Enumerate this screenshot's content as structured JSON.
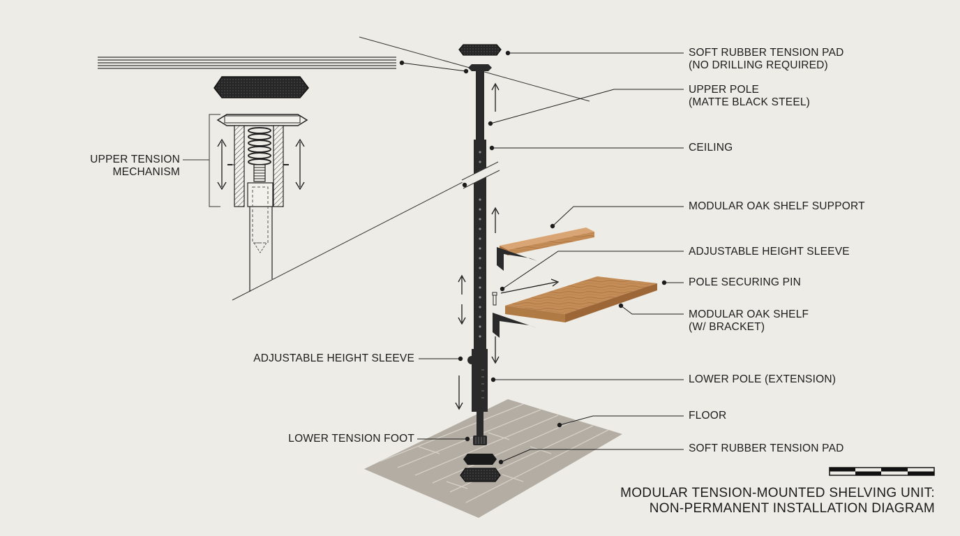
{
  "labels": {
    "top_pad": [
      "SOFT RUBBER TENSION PAD",
      "(NO DRILLING REQUIRED)"
    ],
    "upper_pole": [
      "UPPER POLE",
      "(MATTE BLACK STEEL)"
    ],
    "ceiling": "CEILING",
    "shelf_support": "MODULAR OAK SHELF SUPPORT",
    "height_sleeve_right": "ADJUSTABLE HEIGHT SLEEVE",
    "securing_pin": "POLE SECURING PIN",
    "oak_shelf": [
      "MODULAR OAK SHELF",
      "(W/ BRACKET)"
    ],
    "lower_pole": "LOWER POLE (EXTENSION)",
    "floor": "FLOOR",
    "bottom_pad": "SOFT RUBBER TENSION PAD",
    "upper_mechanism": [
      "UPPER TENSION",
      "MECHANISM"
    ],
    "height_sleeve_left": "ADJUSTABLE HEIGHT SLEEVE",
    "lower_foot": "LOWER TENSION FOOT"
  },
  "title": [
    "MODULAR TENSION-MOUNTED SHELVING UNIT:",
    "NON-PERMANENT INSTALLATION DIAGRAM"
  ],
  "colors": {
    "background": "#eeece6",
    "ink": "#1c1c1c",
    "pole": "#2a2a2a",
    "oak": "#c08a55",
    "floor": "#b3ada4"
  }
}
